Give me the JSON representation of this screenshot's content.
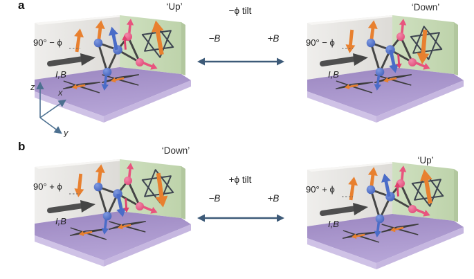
{
  "figure": {
    "type": "schematic-figure",
    "description": "Two-panel 3D schematic of canted antiferromagnetic spin states switching between Up and Down under magnetic field with spin tilt"
  },
  "panels": [
    {
      "letter": "a",
      "tilt_label": "−ϕ tilt",
      "field_left": "−B",
      "field_right": "+B",
      "scenes": [
        {
          "corner_label": "‘Up’",
          "wall_label": "90° − ϕ",
          "current_field_label": "I,B",
          "spin_direction": "up"
        },
        {
          "corner_label": "‘Down’",
          "wall_label": "90° − ϕ",
          "current_field_label": "I,B",
          "spin_direction": "down"
        }
      ]
    },
    {
      "letter": "b",
      "tilt_label": "+ϕ tilt",
      "field_left": "−B",
      "field_right": "+B",
      "scenes": [
        {
          "corner_label": "‘Down’",
          "wall_label": "90° + ϕ",
          "current_field_label": "I,B",
          "spin_direction": "down"
        },
        {
          "corner_label": "‘Up’",
          "wall_label": "90° + ϕ",
          "current_field_label": "I,B",
          "spin_direction": "up"
        }
      ]
    }
  ],
  "axes": {
    "z": "z",
    "x": "x",
    "y": "y"
  },
  "icons": {
    "double_headed_arrow": "left-right reversal arrow",
    "hexagram": "six-pointed star on green wall",
    "net_moment_arrow": "orange net-moment arrow",
    "current_field_arrow": "dark gray I,B arrow"
  },
  "colors": {
    "wall_gray": "#e8e6e3",
    "wall_green": "#c9dcb8",
    "floor_purple": "#a18cc5",
    "spin_blue": "#4a6cc8",
    "spin_pink": "#e8547e",
    "spin_crimson": "#e0406e",
    "spin_orange": "#e8802f",
    "bond_gray": "#474747",
    "reversal_arrow": "#3d5a78"
  }
}
